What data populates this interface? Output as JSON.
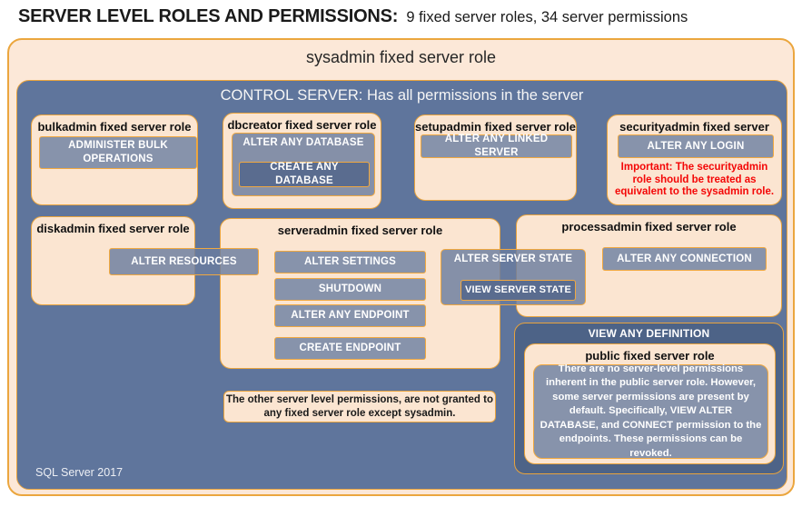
{
  "page_title": {
    "main": "SERVER LEVEL ROLES AND PERMISSIONS:",
    "subtitle": "9 fixed server roles, 34 server permissions"
  },
  "sysadmin": {
    "label": "sysadmin fixed server role"
  },
  "control": {
    "label": "CONTROL SERVER: Has all permissions in the server",
    "footer": "SQL Server 2017"
  },
  "roles": {
    "bulkadmin": {
      "label": "bulkadmin fixed server role",
      "permissions": [
        "ADMINISTER BULK OPERATIONS"
      ]
    },
    "dbcreator": {
      "label": "dbcreator fixed server role",
      "outer_permission": "ALTER ANY DATABASE",
      "inner_permission": "CREATE ANY DATABASE"
    },
    "setupadmin": {
      "label": "setupadmin fixed server role",
      "permissions": [
        "ALTER ANY LINKED SERVER"
      ]
    },
    "securityadmin": {
      "label": "securityadmin fixed server role",
      "permissions": [
        "ALTER ANY LOGIN"
      ],
      "warning": "Important: The securityadmin role should be treated as equivalent to the sysadmin role."
    },
    "diskadmin": {
      "label": "diskadmin fixed server role",
      "permissions": [
        "ALTER RESOURCES"
      ]
    },
    "serveradmin": {
      "label": "serveradmin fixed server role",
      "permissions": [
        "ALTER SETTINGS",
        "SHUTDOWN",
        "ALTER ANY ENDPOINT",
        "CREATE ENDPOINT"
      ],
      "shared": {
        "outer": "ALTER SERVER STATE",
        "inner": "VIEW SERVER STATE"
      }
    },
    "processadmin": {
      "label": "processadmin fixed server role",
      "permissions": [
        "ALTER ANY CONNECTION"
      ]
    },
    "public": {
      "header": "VIEW ANY DEFINITION",
      "label": "public fixed server role",
      "description": "There are no server-level permissions inherent in the public server role. However, some server permissions are present by default. Specifically, VIEW ALTER DATABASE, and CONNECT permission to the endpoints. These permissions can be revoked."
    }
  },
  "note": {
    "text": "The other server level permissions, are not granted to any fixed server role except sysadmin."
  },
  "colors": {
    "peach_outer": "#FCE8D8",
    "peach_box": "#FBE5D1",
    "blue_main": "#5F759C",
    "blue_button": "#8793AB",
    "blue_button_dark": "#5A6C8F",
    "blue_panel_dark": "#4D6387",
    "gold_border": "#E8A33D",
    "warning_red": "#F40606",
    "title_text": "#1A1A1A",
    "white_text": "#FFFFFF"
  }
}
